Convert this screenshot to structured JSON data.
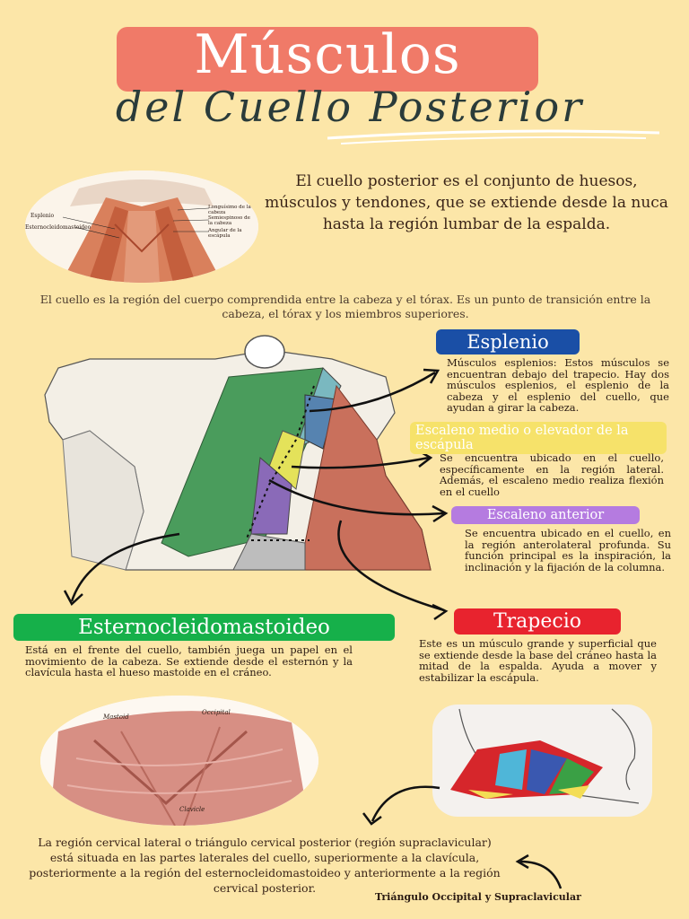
{
  "title": {
    "main": "Músculos",
    "sub": "del Cuello Posterior"
  },
  "intro": {
    "main": "El cuello posterior es el conjunto de huesos, músculos y tendones, que se extiende desde la nuca hasta la región lumbar de la espalda.",
    "secondary": "El cuello es la región del cuerpo comprendida entre la cabeza y el tórax. Es un punto de transición entre la cabeza, el tórax y los miembros superiores."
  },
  "top_image_labels": {
    "left1": "Esplenio",
    "left2": "Esternocleidomastoideo",
    "right1": "Longuísimo de la cabeza",
    "right2": "Semiespinoso de la cabeza",
    "right3": "Angular de la escápula"
  },
  "sections": {
    "esplenio": {
      "title": "Esplenio",
      "text": "Músculos esplenios: Estos músculos se encuentran debajo del trapecio. Hay dos músculos esplenios, el esplenio de la cabeza y el esplenio del cuello, que ayudan a girar la cabeza.",
      "color": "#1a4fa6"
    },
    "escaleno_medio": {
      "title": "Escaleno medio o elevador de la escápula",
      "text": "Se encuentra ubicado en el cuello, específicamente en la región lateral. Además, el escaleno medio realiza flexión en el cuello",
      "color": "#f6e26a"
    },
    "escaleno_anterior": {
      "title": "Escaleno anterior",
      "text": "Se encuentra ubicado en el cuello, en la región anterolateral profunda. Su función principal es la inspiración, la inclinación y la fijación de la columna.",
      "color": "#b57be0"
    },
    "esternocleidomastoideo": {
      "title": "Esternocleidomastoideo",
      "text": "Está en el frente del cuello, también juega un papel en el movimiento de la cabeza. Se extiende desde el esternón y la clavícula hasta el hueso mastoide en el cráneo.",
      "color": "#16b04a"
    },
    "trapecio": {
      "title": "Trapecio",
      "text": "Este es un músculo grande y superficial que se extiende desde la base del cráneo hasta la mitad de la espalda. Ayuda a mover y estabilizar la escápula.",
      "color": "#e8232e"
    }
  },
  "bottom": {
    "text": "La región cervical lateral o triángulo cervical posterior (región supraclavicular) está situada en las partes laterales del cuello, superiormente a la clavícula, posteriormente a la región del esternocleidomastoideo y anteriormente a la región cervical posterior.",
    "caption": "Triángulo Occipital y Supraclavicular"
  },
  "bottom_left_image_labels": {
    "a": "Mastoid",
    "b": "Occipital",
    "c": "Clavicle"
  },
  "colors": {
    "background": "#fce6a8",
    "title_pill": "#f07a68",
    "subtitle": "#2a3b3a"
  }
}
